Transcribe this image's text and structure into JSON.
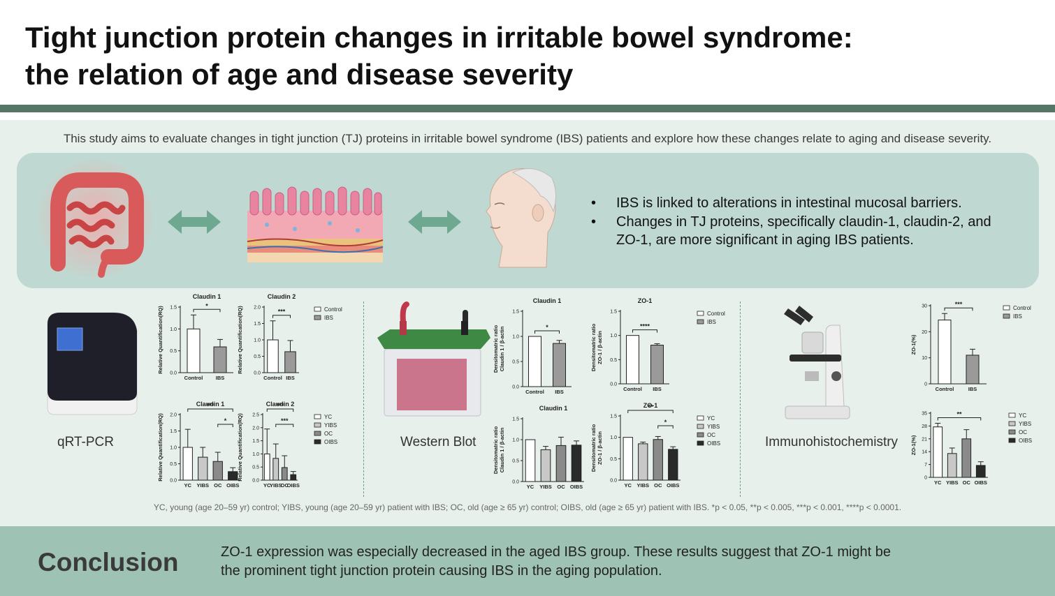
{
  "header": {
    "title_line1": "Tight junction protein changes in irritable bowel syndrome:",
    "title_line2": "the relation of age and disease severity"
  },
  "aim": "This study aims to evaluate changes in tight junction (TJ) proteins in irritable bowel syndrome (IBS) patients and explore how these changes relate to aging and disease severity.",
  "illustrations": {
    "colon": "colon-illustration",
    "mucosa": "intestinal-mucosa-illustration",
    "elderly": "elderly-head-illustration",
    "arrow_color": "#6fa891"
  },
  "bullets": [
    "IBS is linked to alterations in intestinal mucosal barriers.",
    "Changes in TJ proteins, specifically claudin-1, claudin-2, and ZO-1, are more significant in aging IBS patients."
  ],
  "methods": {
    "qrtpcr": "qRT-PCR",
    "western": "Western Blot",
    "ihc": "Immunohistochemistry"
  },
  "colors": {
    "YC": "#ffffff",
    "YIBS": "#c8c8c8",
    "OC": "#8a8a8a",
    "OIBS": "#2a2a2a",
    "Control": "#ffffff",
    "IBS": "#9a9a9a"
  },
  "chart_data": [
    {
      "id": "pcr1",
      "type": "bar",
      "title": "Claudin 1",
      "ylabel": "Relative Quantification(RQ)",
      "ylim": [
        0,
        1.5
      ],
      "yticks": [
        "0.0",
        "0.5",
        "1.0",
        "1.5"
      ],
      "categories": [
        "Control",
        "IBS"
      ],
      "values": [
        1.0,
        0.59
      ],
      "errors": [
        0.32,
        0.17
      ],
      "sig": [
        {
          "from": 0,
          "to": 1,
          "label": "*"
        }
      ]
    },
    {
      "id": "pcr2",
      "type": "bar",
      "title": "Claudin 2",
      "ylabel": "Relative Quantification(RQ)",
      "ylim": [
        0,
        2.0
      ],
      "yticks": [
        "0.0",
        "0.5",
        "1.0",
        "1.5",
        "2.0"
      ],
      "categories": [
        "Control",
        "IBS"
      ],
      "values": [
        1.0,
        0.64
      ],
      "errors": [
        0.58,
        0.34
      ],
      "sig": [
        {
          "from": 0,
          "to": 1,
          "label": "***"
        }
      ],
      "legend": [
        "Control",
        "IBS"
      ]
    },
    {
      "id": "pcr3",
      "type": "bar",
      "title": "Claudin 1",
      "ylabel": "Relative Quantification(RQ)",
      "ylim": [
        0,
        2.0
      ],
      "yticks": [
        "0.0",
        "0.5",
        "1.0",
        "1.5",
        "2.0"
      ],
      "categories": [
        "YC",
        "YIBS",
        "OC",
        "OIBS"
      ],
      "values": [
        1.0,
        0.7,
        0.57,
        0.26
      ],
      "errors": [
        0.55,
        0.3,
        0.28,
        0.12
      ],
      "sig": [
        {
          "from": 0,
          "to": 3,
          "label": "***"
        },
        {
          "from": 2,
          "to": 3,
          "label": "*"
        }
      ]
    },
    {
      "id": "pcr4",
      "type": "bar",
      "title": "Claudin 2",
      "ylabel": "Relative Quantification(RQ)",
      "ylim": [
        0,
        2.5
      ],
      "yticks": [
        "0.0",
        "0.5",
        "1.0",
        "1.5",
        "2.0",
        "2.5"
      ],
      "categories": [
        "YC",
        "YIBS",
        "OC",
        "OIBS"
      ],
      "values": [
        1.0,
        0.83,
        0.48,
        0.21
      ],
      "errors": [
        0.95,
        0.55,
        0.45,
        0.12
      ],
      "sig": [
        {
          "from": 0,
          "to": 3,
          "label": "***"
        },
        {
          "from": 1,
          "to": 3,
          "label": "***"
        }
      ],
      "legend": [
        "YC",
        "YIBS",
        "OC",
        "OIBS"
      ]
    },
    {
      "id": "wb1",
      "type": "bar",
      "title": "Claudin 1",
      "ylabel": "Densitomatric ratio Claudin 1 / β-actin",
      "ylim": [
        0,
        1.5
      ],
      "yticks": [
        "0.0",
        "0.5",
        "1.0",
        "1.5"
      ],
      "categories": [
        "Control",
        "IBS"
      ],
      "values": [
        1.0,
        0.86
      ],
      "errors": [
        0.0,
        0.06
      ],
      "sig": [
        {
          "from": 0,
          "to": 1,
          "label": "*"
        }
      ]
    },
    {
      "id": "wb2",
      "type": "bar",
      "title": "ZO-1",
      "ylabel": "Densitomatric ratio ZO-1 / β-actin",
      "ylim": [
        0,
        1.5
      ],
      "yticks": [
        "0.0",
        "0.5",
        "1.0",
        "1.5"
      ],
      "categories": [
        "Control",
        "IBS"
      ],
      "values": [
        1.0,
        0.8
      ],
      "errors": [
        0.0,
        0.03
      ],
      "sig": [
        {
          "from": 0,
          "to": 1,
          "label": "****"
        }
      ],
      "legend": [
        "Control",
        "IBS"
      ]
    },
    {
      "id": "wb3",
      "type": "bar",
      "title": "Claudin 1",
      "ylabel": "Densitomatric ratio Claudin 1 / β-actin",
      "ylim": [
        0,
        1.5
      ],
      "yticks": [
        "0.0",
        "0.5",
        "1.0",
        "1.5"
      ],
      "categories": [
        "YC",
        "YIBS",
        "OC",
        "OIBS"
      ],
      "values": [
        1.0,
        0.76,
        0.86,
        0.87
      ],
      "errors": [
        0.0,
        0.08,
        0.2,
        0.1
      ],
      "sig": []
    },
    {
      "id": "wb4",
      "type": "bar",
      "title": "ZO-1",
      "ylabel": "Densitomatric ratio ZO-1 / β-actin",
      "ylim": [
        0,
        1.5
      ],
      "yticks": [
        "0.0",
        "0.5",
        "1.0",
        "1.5"
      ],
      "categories": [
        "YC",
        "YIBS",
        "OC",
        "OIBS"
      ],
      "values": [
        1.0,
        0.85,
        0.95,
        0.72
      ],
      "errors": [
        0.0,
        0.04,
        0.07,
        0.06
      ],
      "sig": [
        {
          "from": 0,
          "to": 3,
          "label": "**"
        },
        {
          "from": 2,
          "to": 3,
          "label": "*"
        }
      ],
      "legend": [
        "YC",
        "YIBS",
        "OC",
        "OIBS"
      ]
    },
    {
      "id": "ihc1",
      "type": "bar",
      "title": "",
      "ylabel": "ZO-1(%)",
      "ylim": [
        0,
        30
      ],
      "yticks": [
        "0",
        "10",
        "20",
        "30"
      ],
      "categories": [
        "Control",
        "IBS"
      ],
      "values": [
        24.5,
        11.0
      ],
      "errors": [
        2.5,
        2.3
      ],
      "sig": [
        {
          "from": 0,
          "to": 1,
          "label": "***"
        }
      ],
      "legend": [
        "Control",
        "IBS"
      ]
    },
    {
      "id": "ihc2",
      "type": "bar",
      "title": "",
      "ylabel": "ZO-1(%)",
      "ylim": [
        0,
        35
      ],
      "yticks": [
        "0",
        "7",
        "14",
        "21",
        "28",
        "35"
      ],
      "categories": [
        "YC",
        "YIBS",
        "OC",
        "OIBS"
      ],
      "values": [
        27.5,
        13.0,
        21.0,
        6.5
      ],
      "errors": [
        2.0,
        3.0,
        5.0,
        2.0
      ],
      "sig": [
        {
          "from": 0,
          "to": 3,
          "label": "**"
        }
      ],
      "legend": [
        "YC",
        "YIBS",
        "OC",
        "OIBS"
      ]
    }
  ],
  "footnote": "YC, young (age 20–59 yr) control; YIBS, young (age 20–59 yr) patient with IBS; OC, old (age ≥ 65 yr) control; OIBS, old (age ≥ 65 yr) patient with IBS. *p < 0.05, **p < 0.005, ***p < 0.001, ****p < 0.0001.",
  "conclusion": {
    "title": "Conclusion",
    "text_line1": "ZO-1 expression was especially decreased in the aged IBS group. These results suggest that ZO-1 might be",
    "text_line2": "the prominent tight junction protein causing IBS in the aging population."
  }
}
